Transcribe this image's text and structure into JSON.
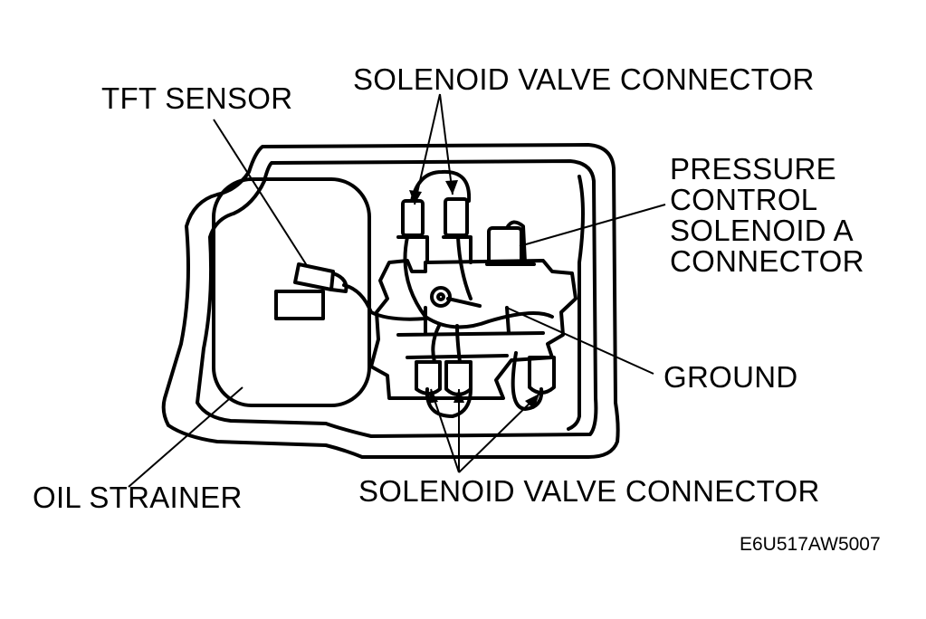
{
  "labels": {
    "tft_sensor": "TFT SENSOR",
    "solenoid_valve_connector_top": "SOLENOID VALVE CONNECTOR",
    "pressure_control_solenoid_a_connector": "PRESSURE\nCONTROL\nSOLENOID A\nCONNECTOR",
    "ground": "GROUND",
    "oil_strainer": "OIL STRAINER",
    "solenoid_valve_connector_bottom": "SOLENOID VALVE CONNECTOR"
  },
  "figure_code": "E6U517AW5007"
}
